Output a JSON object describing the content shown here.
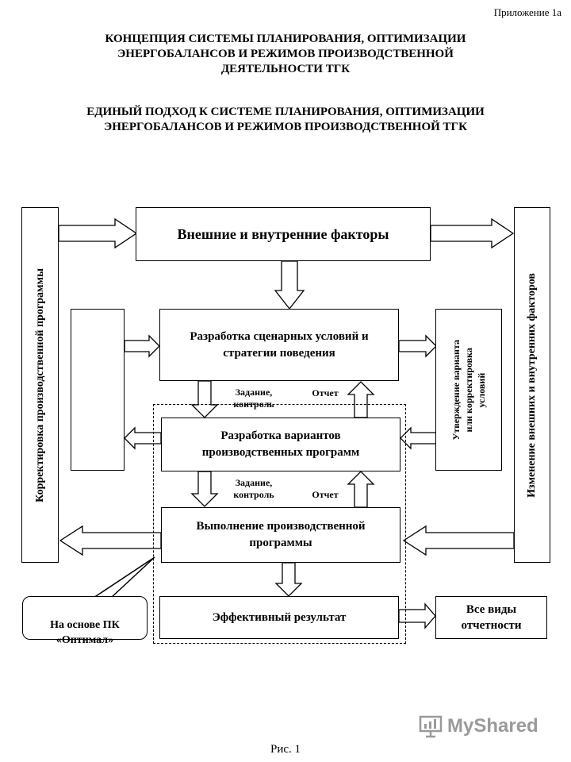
{
  "header": {
    "appendix": "Приложение 1а",
    "title1": "КОНЦЕПЦИЯ СИСТЕМЫ ПЛАНИРОВАНИЯ, ОПТИМИЗАЦИИ\nЭНЕРГОБАЛАНСОВ И РЕЖИМОВ ПРОИЗВОДСТВЕННОЙ\nДЕЯТЕЛЬНОСТИ ТГК",
    "title2": "ЕДИНЫЙ ПОДХОД К СИСТЕМЕ ПЛАНИРОВАНИЯ, ОПТИМИЗАЦИИ\nЭНЕРГОБАЛАНСОВ И РЕЖИМОВ ПРОИЗВОДСТВЕННОЙ ТГК"
  },
  "diagram": {
    "factors": "Внешние и внутренние факторы",
    "scenario": "Разработка сценарных условий и\nстратегии поведения",
    "variants": "Разработка вариантов\nпроизводственных программ",
    "execution": "Выполнение производственной\nпрограммы",
    "result": "Эффективный результат",
    "left_side": "Корректировка производственной программы",
    "right_side": "Изменение внешних и внутренних факторов",
    "approval": "Утверждение варианта\nили корректировка\nусловий",
    "task_control_1": "Задание,\nконтроль",
    "report_1": "Отчет",
    "task_control_2": "Задание,\nконтроль",
    "report_2": "Отчет",
    "callout": "На основе ПК\n«Оптимал»",
    "reports": "Все виды\nотчетности"
  },
  "footer": {
    "watermark": "MyShared",
    "caption": "Рис. 1"
  },
  "icons": [
    "presentation-icon"
  ]
}
